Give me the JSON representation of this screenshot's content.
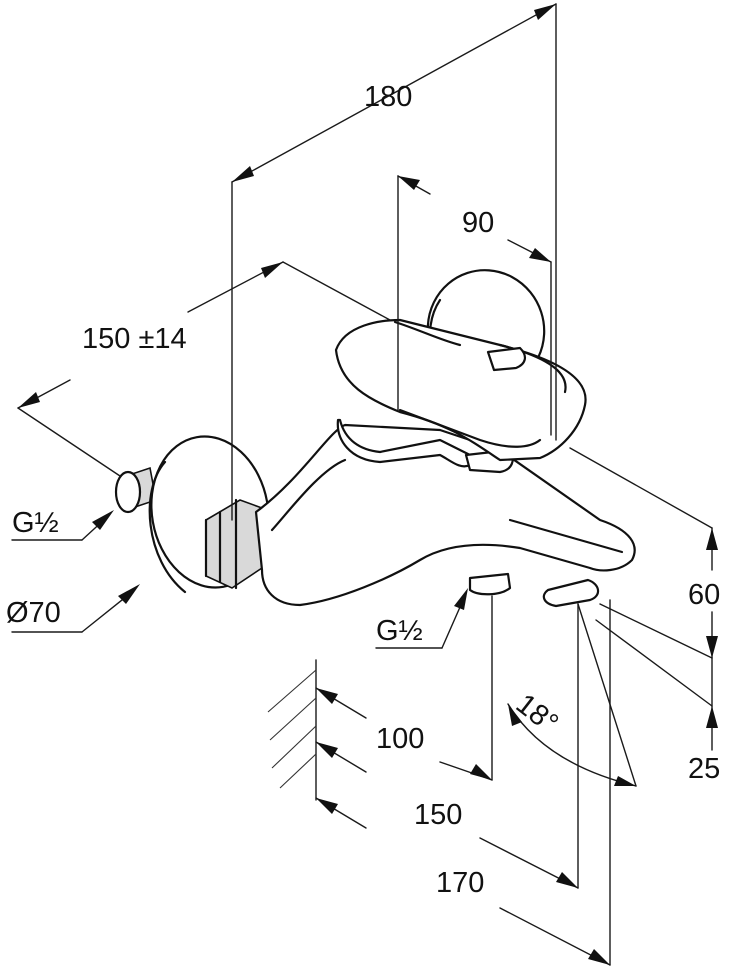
{
  "dimensions": {
    "overall_width": "180",
    "handle_depth": "90",
    "center_distance": "150 ±14",
    "height_upper": "60",
    "height_lower": "25",
    "wall_to_outlet": "100",
    "wall_to_spout_a": "150",
    "wall_to_spout_b": "170",
    "spout_angle": "18°"
  },
  "connections": {
    "inlet_thread": "G½",
    "outlet_thread": "G½",
    "rosette_diameter": "Ø70"
  }
}
